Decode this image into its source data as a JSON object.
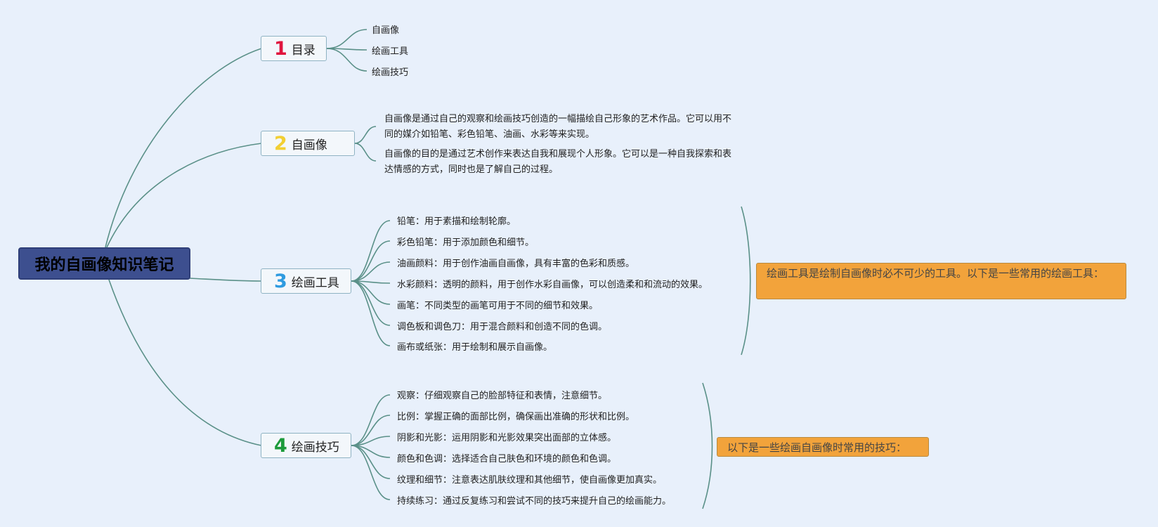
{
  "title": "我的自画像知识笔记",
  "colors": {
    "background": "#e8f0fb",
    "root_fill": "#3d4f8f",
    "line": "#5a9088",
    "note_fill": "#f2a33b",
    "num1": "#e0153d",
    "num2": "#f2cf33",
    "num3": "#2f9be0",
    "num4": "#1c9a3a"
  },
  "branches": [
    {
      "num": "1",
      "label": "目录",
      "items": [
        "自画像",
        "绘画工具",
        "绘画技巧"
      ]
    },
    {
      "num": "2",
      "label": "自画像",
      "items": [
        "自画像是通过自己的观察和绘画技巧创造的一幅描绘自己形象的艺术作品。它可以用不同的媒介如铅笔、彩色铅笔、油画、水彩等来实现。",
        "自画像的目的是通过艺术创作来表达自我和展现个人形象。它可以是一种自我探索和表达情感的方式，同时也是了解自己的过程。"
      ]
    },
    {
      "num": "3",
      "label": "绘画工具",
      "items": [
        "铅笔：用于素描和绘制轮廓。",
        "彩色铅笔：用于添加颜色和细节。",
        "油画颜料：用于创作油画自画像，具有丰富的色彩和质感。",
        "水彩颜料：透明的颜料，用于创作水彩自画像，可以创造柔和和流动的效果。",
        "画笔：不同类型的画笔可用于不同的细节和效果。",
        "调色板和调色刀：用于混合颜料和创造不同的色调。",
        "画布或纸张：用于绘制和展示自画像。"
      ],
      "note": "绘画工具是绘制自画像时必不可少的工具。以下是一些常用的绘画工具："
    },
    {
      "num": "4",
      "label": "绘画技巧",
      "items": [
        "观察：仔细观察自己的脸部特征和表情，注意细节。",
        "比例：掌握正确的面部比例，确保画出准确的形状和比例。",
        "阴影和光影：运用阴影和光影效果突出面部的立体感。",
        "颜色和色调：选择适合自己肤色和环境的颜色和色调。",
        "纹理和细节：注意表达肌肤纹理和其他细节，使自画像更加真实。",
        "持续练习：通过反复练习和尝试不同的技巧来提升自己的绘画能力。"
      ],
      "note": "以下是一些绘画自画像时常用的技巧："
    }
  ]
}
